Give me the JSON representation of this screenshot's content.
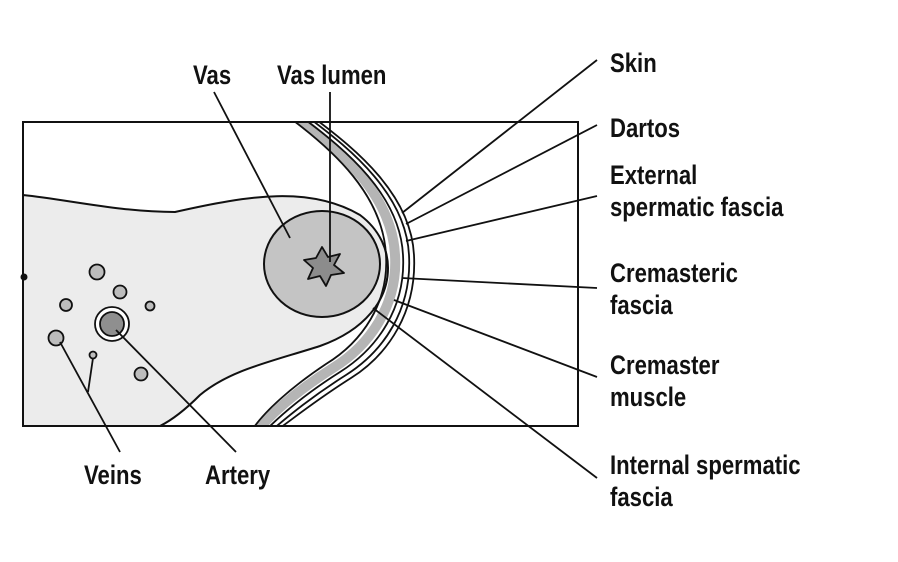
{
  "labels": {
    "vas": "Vas",
    "vas_lumen": "Vas lumen",
    "skin": "Skin",
    "dartos": "Dartos",
    "external_spermatic_fascia": [
      "External",
      "spermatic fascia"
    ],
    "cremasteric_fascia": [
      "Cremasteric",
      "fascia"
    ],
    "cremaster_muscle": [
      "Cremaster",
      "muscle"
    ],
    "internal_spermatic_fascia": [
      "Internal spermatic",
      "fascia"
    ],
    "veins": "Veins",
    "artery": "Artery"
  },
  "colors": {
    "outline": "#111111",
    "tissue_fill": "#ececec",
    "vas_fill": "#c4c4c4",
    "lumen_fill": "#8c8c8c",
    "vessel_fill": "#bdbdbd",
    "artery_fill": "#8f8f8f",
    "cremaster_band": "#b5b5b5",
    "background": "#ffffff"
  }
}
